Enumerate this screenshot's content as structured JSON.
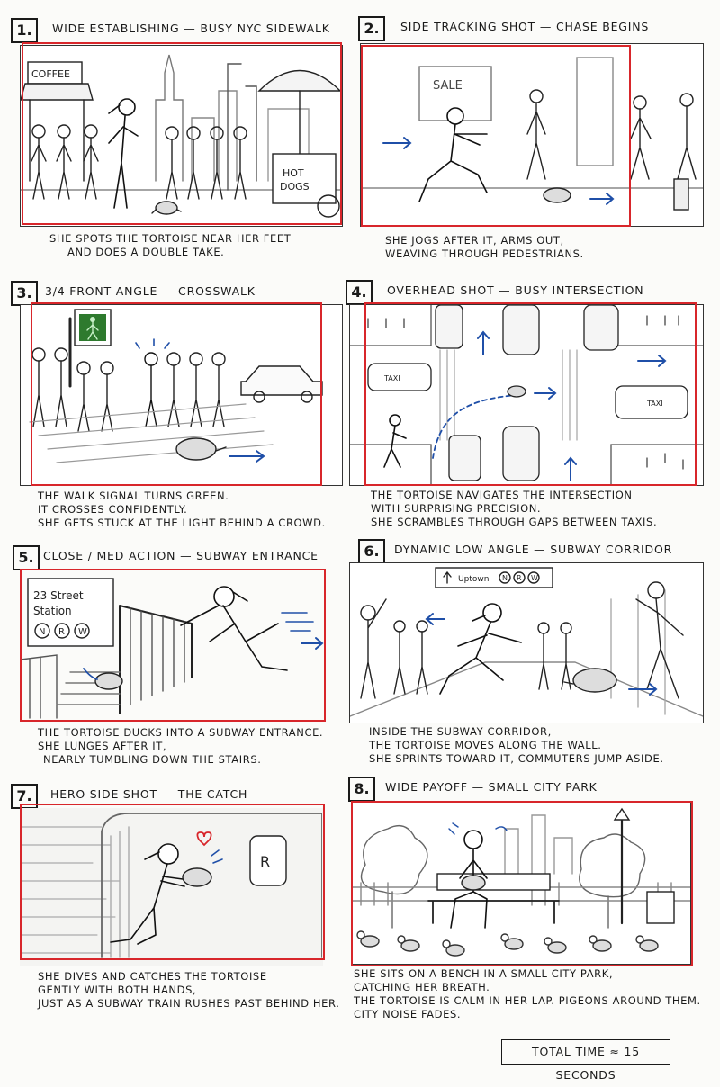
{
  "panels": [
    {
      "num": "1.",
      "title": "Wide establishing — Busy NYC sidewalk",
      "signs": {
        "coffee": "COFFEE",
        "hot": "HOT",
        "dogs": "DOGS"
      },
      "caption": [
        "She spots the tortoise near her feet",
        "and does a double take."
      ]
    },
    {
      "num": "2.",
      "title": "Side tracking shot — Chase begins",
      "signs": {
        "sale": "SALE"
      },
      "caption": [
        "She jogs after it, arms out,",
        "weaving through pedestrians."
      ]
    },
    {
      "num": "3.",
      "title": "3/4 front angle — Crosswalk",
      "caption": [
        "The walk signal turns green.",
        "It crosses confidently.",
        "She gets stuck at the light behind a crowd."
      ]
    },
    {
      "num": "4.",
      "title": "Overhead shot — Busy intersection",
      "signs": {
        "taxi": "TAXI"
      },
      "caption": [
        "The tortoise navigates the intersection",
        "with surprising precision.",
        "She scrambles through gaps between taxis."
      ]
    },
    {
      "num": "5.",
      "title": "Close / med action — Subway entrance",
      "signs": {
        "station_line1": "23 Street",
        "station_line2": "Station",
        "lines": [
          "N",
          "R",
          "W"
        ]
      },
      "caption": [
        "The tortoise ducks into a subway entrance.",
        "She lunges after it,",
        "nearly tumbling down the stairs."
      ]
    },
    {
      "num": "6.",
      "title": "Dynamic low angle — Subway corridor",
      "signs": {
        "uptown": "Uptown",
        "lines": [
          "N",
          "R",
          "W"
        ]
      },
      "caption": [
        "Inside the subway corridor,",
        "the tortoise moves along the wall.",
        "She sprints toward it, commuters jump aside."
      ]
    },
    {
      "num": "7.",
      "title": "Hero side shot — The catch",
      "signs": {
        "train_letter": "R"
      },
      "caption": [
        "She dives and catches the tortoise",
        "gently with both hands,",
        "just as a subway train rushes past behind her."
      ]
    },
    {
      "num": "8.",
      "title": "Wide payoff — Small city park",
      "caption": [
        "She sits on a bench in a small city park,",
        "catching her breath.",
        "The tortoise is calm in her lap. Pigeons around them.",
        "City noise fades."
      ]
    }
  ],
  "total_time": "Total time ≈ 15 seconds"
}
